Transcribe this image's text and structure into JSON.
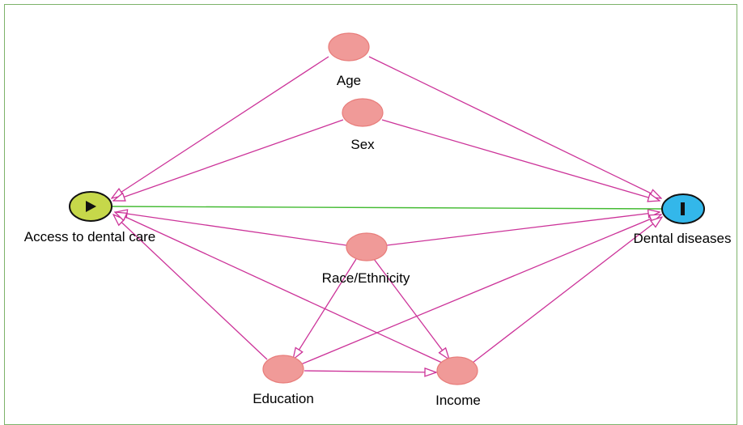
{
  "nodes": {
    "age": "Age",
    "sex": "Sex",
    "exposure": "Access to dental care",
    "outcome": "Dental diseases",
    "race": "Race/Ethnicity",
    "education": "Education",
    "income": "Income"
  },
  "colors": {
    "exposure_fill": "#c6d84a",
    "outcome_fill": "#33b7ea",
    "covariate_fill": "#f09a98",
    "covariate_stroke": "#e87c7a",
    "biasing_path": "#cc3399",
    "causal_path": "#44bb33",
    "frame": "#7db36a"
  },
  "icons": {
    "exposure": "play-icon",
    "outcome": "bar-icon"
  }
}
